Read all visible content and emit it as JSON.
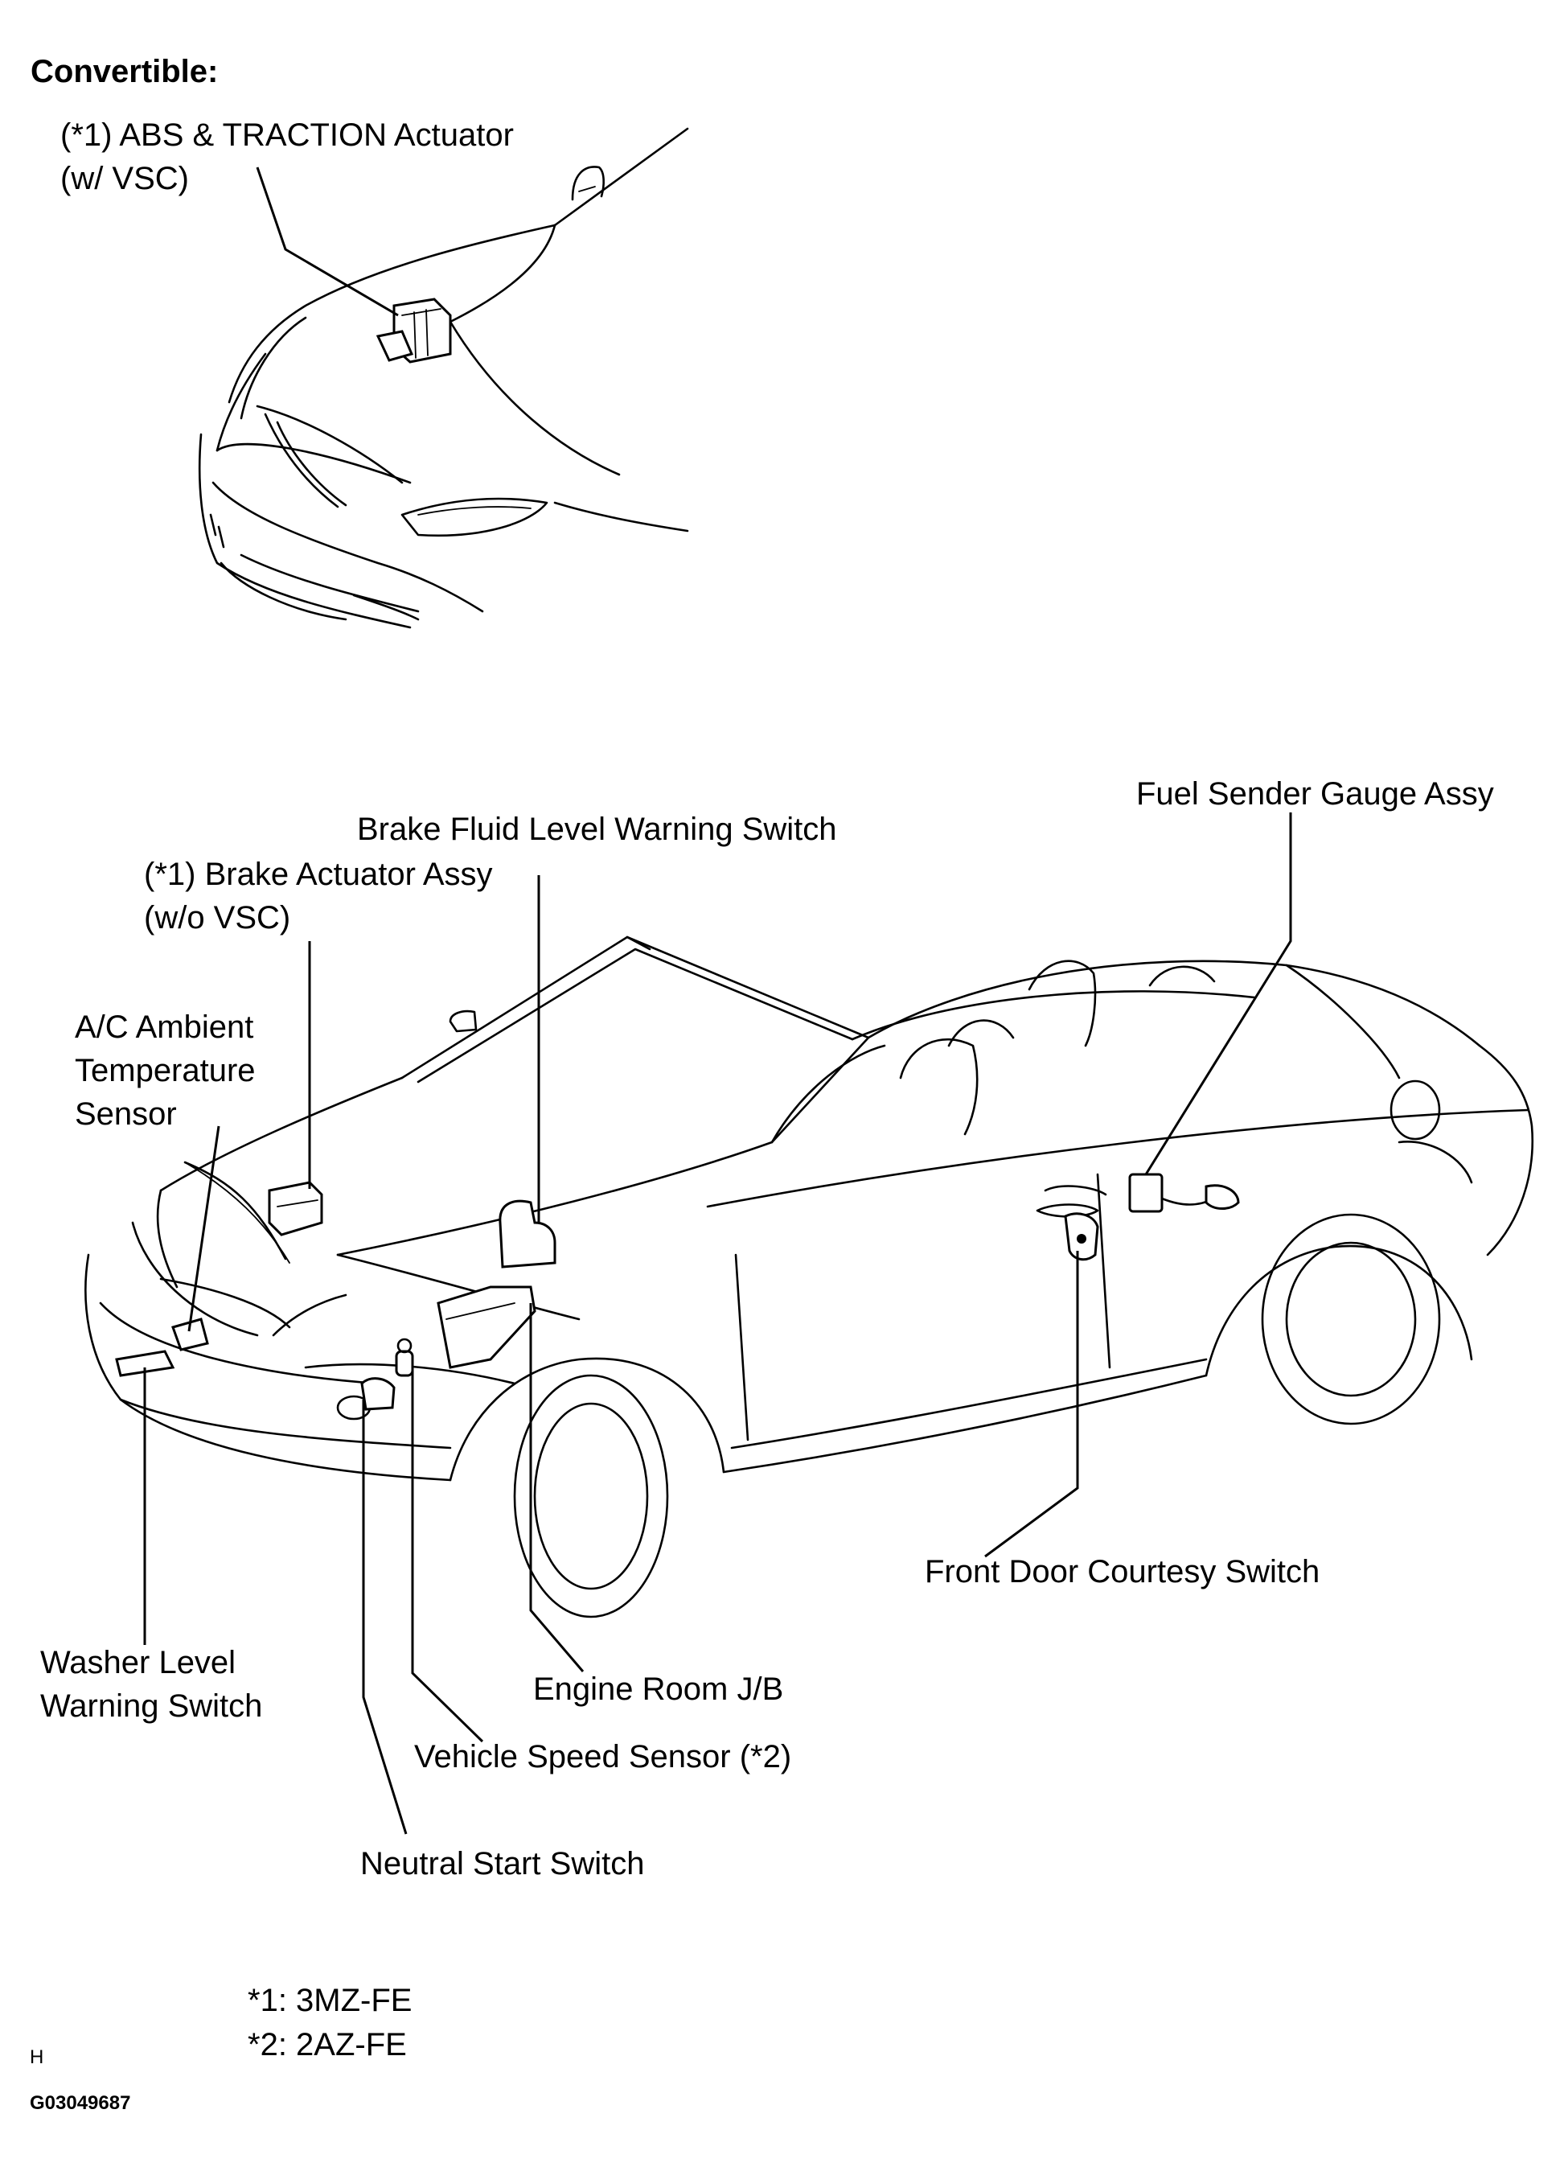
{
  "section_title": "Convertible:",
  "top_labels": {
    "abs_actuator": "(*1) ABS & TRACTION Actuator\n(w/ VSC)"
  },
  "labels": {
    "fuel_sender": "Fuel Sender Gauge Assy",
    "brake_fluid": "Brake Fluid Level Warning Switch",
    "brake_actuator": "(*1) Brake Actuator Assy\n(w/o VSC)",
    "ac_sensor": "A/C Ambient\nTemperature\nSensor",
    "front_door": "Front Door Courtesy Switch",
    "washer_level": "Washer Level\nWarning Switch",
    "engine_room_jb": "Engine Room J/B",
    "vehicle_speed": "Vehicle Speed Sensor (*2)",
    "neutral_start": "Neutral Start Switch"
  },
  "footnotes": {
    "note1": "*1:  3MZ-FE",
    "note2": "*2:  2AZ-FE"
  },
  "codes": {
    "letter": "H",
    "figure_id": "G03049687"
  }
}
